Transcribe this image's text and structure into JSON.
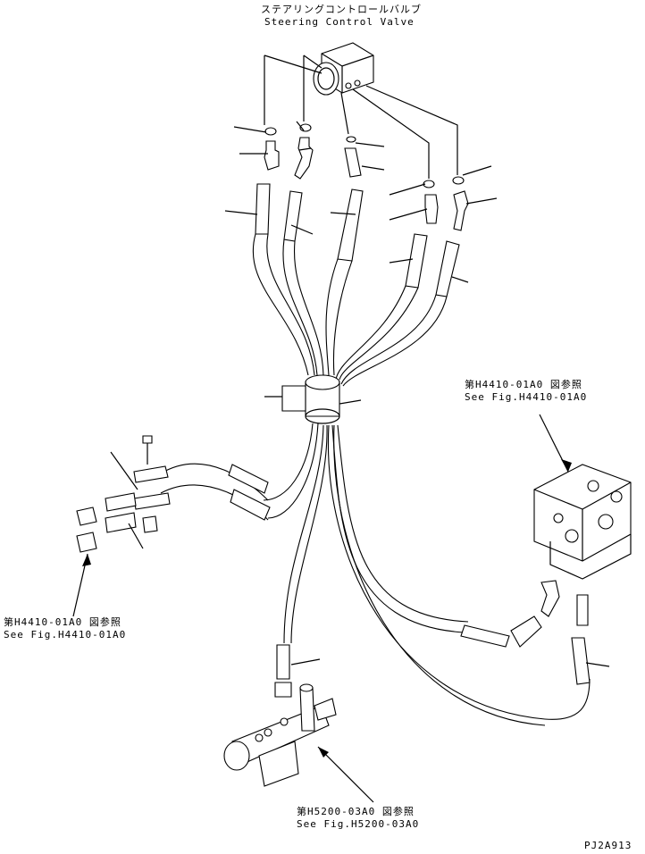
{
  "labels": {
    "title_jp": "ステアリングコントロールバルブ",
    "title_en": "Steering Control Valve",
    "ref_right_jp": "第H4410-01A0 図参照",
    "ref_right_en": "See Fig.H4410-01A0",
    "ref_left_jp": "第H4410-01A0 図参照",
    "ref_left_en": "See Fig.H4410-01A0",
    "ref_bottom_jp": "第H5200-03A0 図参照",
    "ref_bottom_en": "See Fig.H5200-03A0",
    "drawing_code": "PJ2A913"
  }
}
